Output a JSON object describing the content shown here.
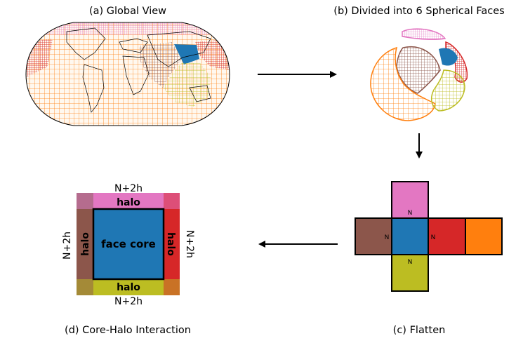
{
  "captions": {
    "a": "(a) Global View",
    "b": "(b) Divided into 6 Spherical Faces",
    "c": "(c) Flatten",
    "d": "(d) Core-Halo Interaction"
  },
  "halo": {
    "size_top": "N+2h",
    "size_bottom": "N+2h",
    "size_left": "N+2h",
    "size_right": "N+2h",
    "halo_top": "halo",
    "halo_bottom": "halo",
    "halo_left": "halo",
    "halo_right": "halo",
    "core": "face core"
  },
  "net": {
    "n_top": "N",
    "n_left": "N",
    "n_right": "N",
    "n_bottom": "N"
  },
  "colors": {
    "pink": "#e377c2",
    "brown": "#8c564b",
    "blue": "#1f77b4",
    "red": "#d62728",
    "orange": "#ff7f0e",
    "olive": "#bcbd22"
  }
}
